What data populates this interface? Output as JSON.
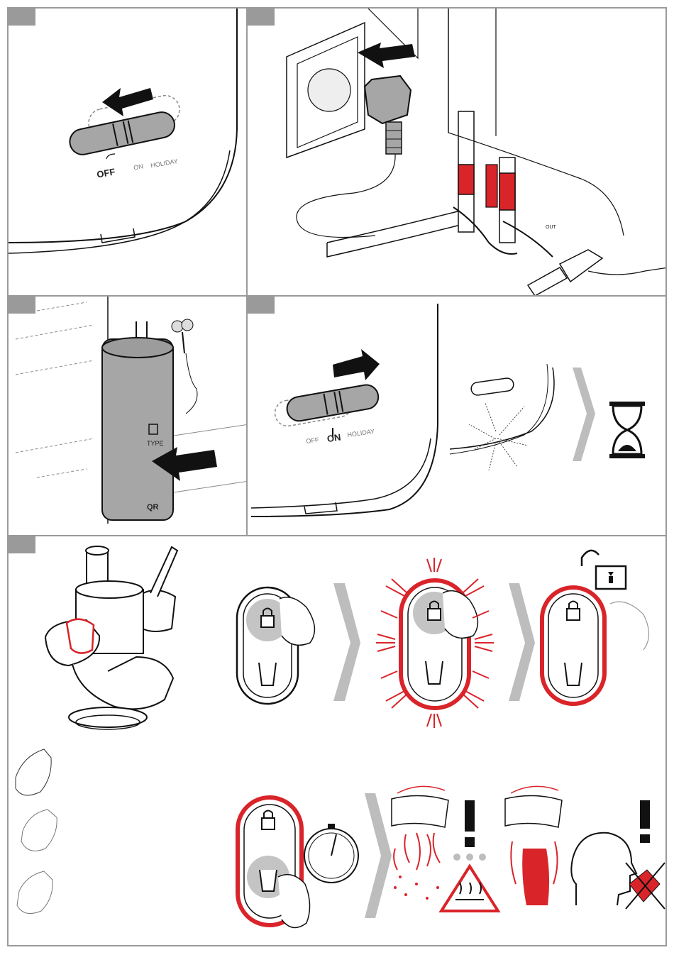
{
  "steps": [
    {
      "id": "step-1",
      "switch_labels": [
        "OFF",
        "ON",
        "HOLIDAY"
      ]
    },
    {
      "id": "step-2",
      "outlet_label": "OUT"
    },
    {
      "id": "step-3",
      "tank_label": "TYPE",
      "brand_mark": "QR"
    },
    {
      "id": "step-4",
      "switch_labels": [
        "OFF",
        "ON",
        "HOLIDAY"
      ]
    },
    {
      "id": "step-5"
    }
  ],
  "colors": {
    "accent": "#d9242a",
    "grey_fill": "#a6a6a6",
    "panel_border": "#9a9a9a",
    "chevron": "#bdbdbd"
  },
  "icons": [
    "arrow-left-icon",
    "arrow-right-icon",
    "plug-icon",
    "hourglass-icon",
    "lock-icon",
    "unlock-icon",
    "cup-icon",
    "stopwatch-icon",
    "hot-surface-warning-icon",
    "exclamation-icon",
    "head-profile-icon",
    "no-drinking-icon"
  ]
}
